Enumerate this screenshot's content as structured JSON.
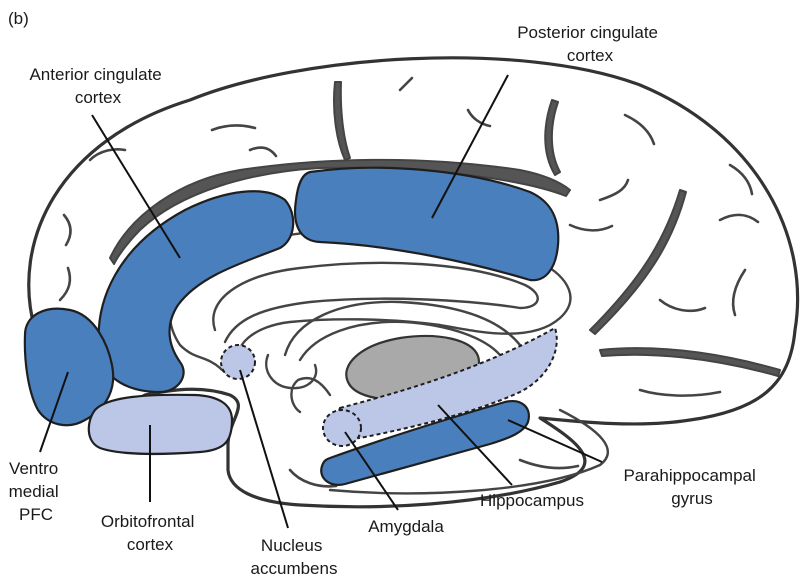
{
  "panel_label": "(b)",
  "colors": {
    "highlight": "#4a7fbd",
    "highlight_light": "#bcc7e8",
    "thalamus": "#a9a9a9",
    "outline": "#333333",
    "background": "#ffffff"
  },
  "labels": {
    "anterior_cingulate": [
      "Anterior cingulate",
      "cortex"
    ],
    "posterior_cingulate": [
      "Posterior cingulate",
      "cortex"
    ],
    "ventromedial_pfc": [
      "Ventro",
      "medial",
      "PFC"
    ],
    "orbitofrontal": [
      "Orbitofrontal",
      "cortex"
    ],
    "nucleus_accumbens": [
      "Nucleus",
      "accumbens"
    ],
    "amygdala": [
      "Amygdala"
    ],
    "hippocampus": [
      "Hippocampus"
    ],
    "parahippocampal": [
      "Parahippocampal",
      "gyrus"
    ]
  }
}
